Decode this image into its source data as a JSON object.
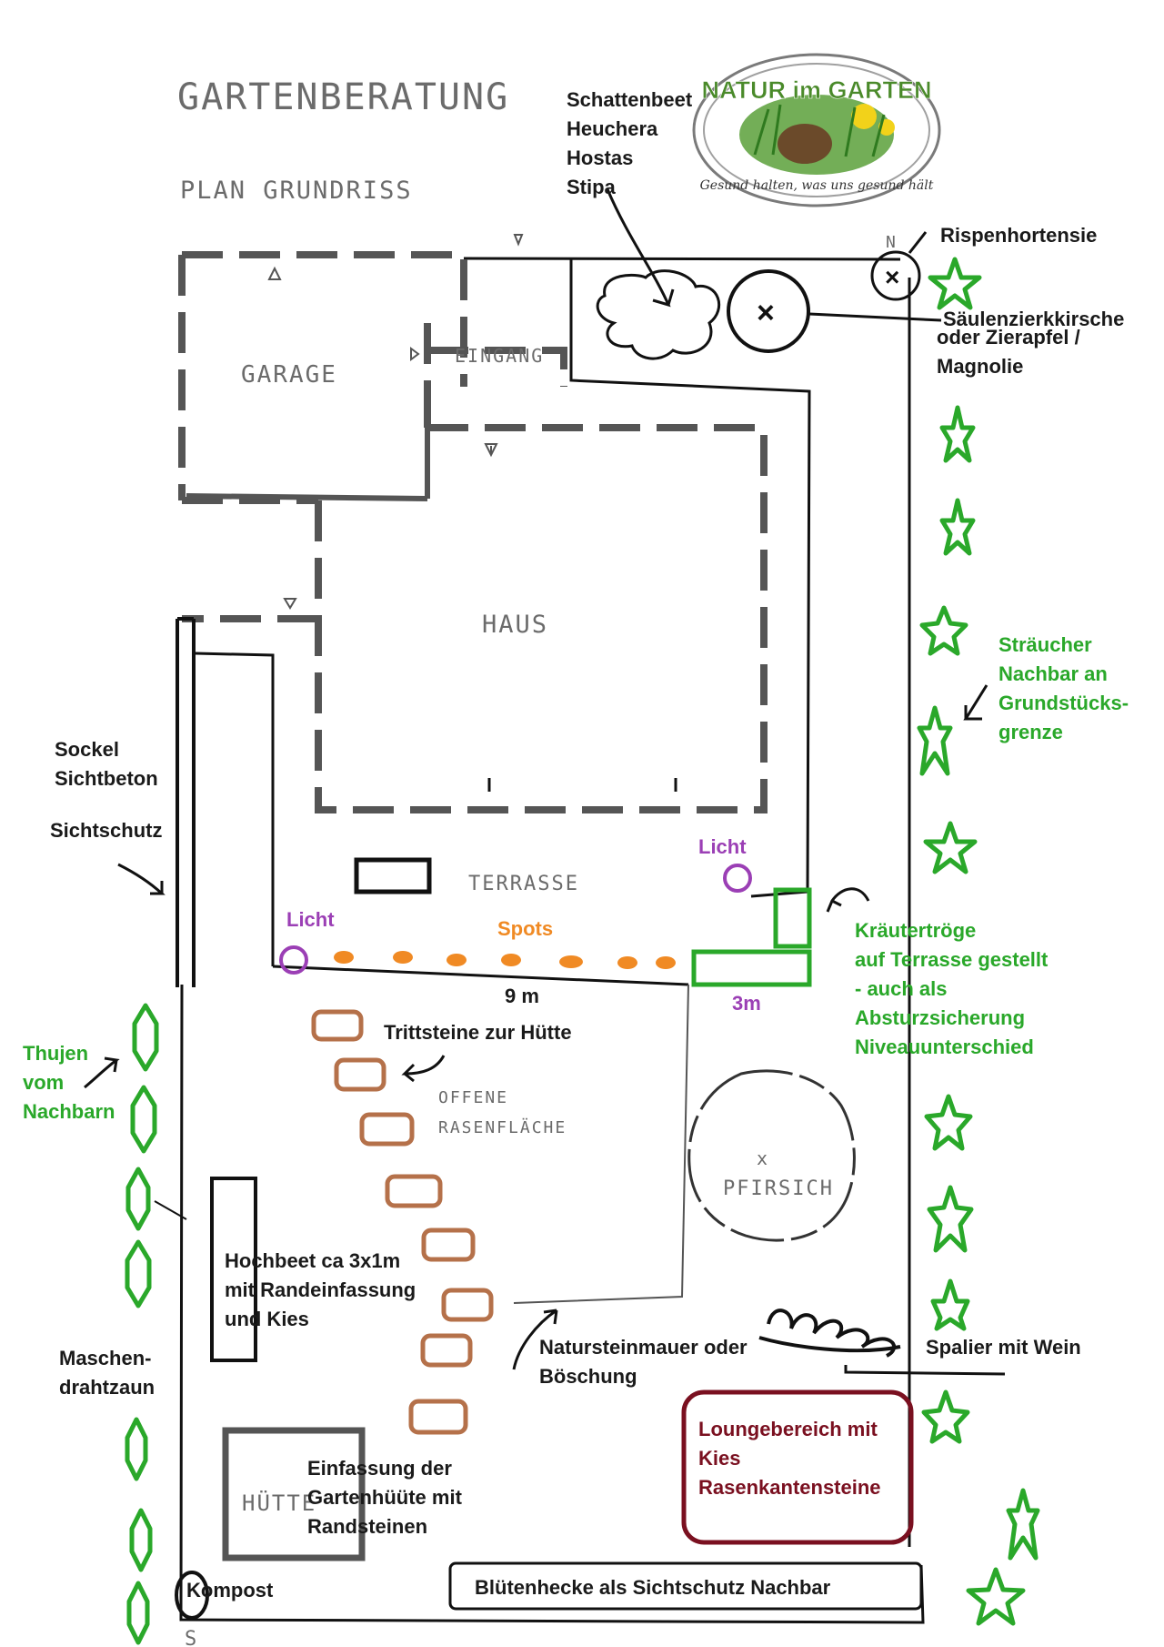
{
  "header": {
    "title": "GARTENBERATUNG",
    "subtitle": "PLAN GRUNDRISS"
  },
  "logo": {
    "name": "NATUR im GARTEN",
    "slogan": "Gesund halten, was uns gesund hält"
  },
  "rooms": {
    "garage": "GARAGE",
    "eingang": "EINGANG",
    "haus": "HAUS",
    "terrasse": "TERRASSE",
    "huette": "HÜTTE",
    "rasen_1": "OFFENE",
    "rasen_2": "RASENFLÄCHE",
    "pfirsich": "PFIRSICH",
    "pfirsich_mark": "x"
  },
  "labels": {
    "schattenbeet": [
      "Schattenbeet",
      "Heuchera",
      "Hostas",
      "Stipa"
    ],
    "rispenhortensie": "Rispenhortensie",
    "saeulen": [
      "Säulenzierkkirsche",
      "oder Zierapfel /",
      "Magnolie"
    ],
    "straeucher": [
      "Sträucher",
      "Nachbar an",
      "Grundstücks-",
      "grenze"
    ],
    "sockel": [
      "Sockel",
      "Sichtbeton"
    ],
    "sichtschutz": "Sichtschutz",
    "licht_right": "Licht",
    "licht_left": "Licht",
    "spots": "Spots",
    "width_9m": "9 m",
    "width_3m": "3m",
    "kraeuter": [
      "Kräutertröge",
      "auf Terrasse gestellt",
      "- auch als",
      "Absturzsicherung",
      "Niveauunterschied"
    ],
    "thujen": [
      "Thujen",
      "vom",
      "Nachbarn"
    ],
    "trittsteine": "Trittsteine zur Hütte",
    "hochbeet": [
      "Hochbeet ca 3x1m",
      "mit Randeinfassung",
      "und Kies"
    ],
    "natursteinmauer": [
      "Natursteinmauer oder",
      "Böschung"
    ],
    "spalier": "Spalier mit Wein",
    "maschendraht": [
      "Maschen-",
      "drahtzaun"
    ],
    "lounge": [
      "Loungebereich mit",
      "Kies",
      "Rasenkantensteine"
    ],
    "einfassung": [
      "Einfassung der",
      "Gartenhüüte mit",
      "Randsteinen"
    ],
    "kompost": "Kompost",
    "bluetenhecke": "Blütenhecke als Sichtschutz Nachbar",
    "compass_n": "N",
    "compass_s": "S"
  },
  "colors": {
    "green": "#2aa82a",
    "purple": "#9b3fb5",
    "orange": "#f08a24",
    "brown": "#b5714a",
    "maroon": "#7a1020",
    "wall": "#555555"
  }
}
